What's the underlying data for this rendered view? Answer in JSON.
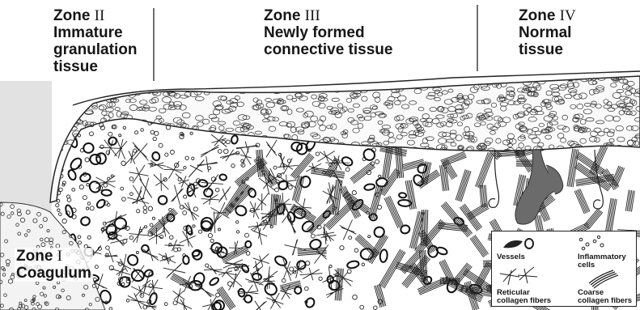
{
  "zones": {
    "zone1": {
      "word": "Zone",
      "numeral": "I",
      "lines": [
        "Coagulum"
      ]
    },
    "zone2": {
      "word": "Zone",
      "numeral": "II",
      "lines": [
        "Immature",
        "granulation",
        "tissue"
      ]
    },
    "zone3": {
      "word": "Zone",
      "numeral": "III",
      "lines": [
        "Newly formed",
        "connective tissue"
      ]
    },
    "zone4": {
      "word": "Zone",
      "numeral": "IV",
      "lines": [
        "Normal",
        "tissue"
      ]
    }
  },
  "legend": {
    "vessels": "Vessels",
    "inflammatory_cells": [
      "Inflammatory",
      "cells"
    ],
    "reticular_fibers": [
      "Reticular",
      "collagen fibers"
    ],
    "coarse_fibers": [
      "Coarse",
      "collagen fibers"
    ]
  },
  "colors": {
    "ink": "#161616",
    "stipple": "#d9d9d9",
    "gland": "#6b6b6b",
    "background": "#ffffff"
  }
}
